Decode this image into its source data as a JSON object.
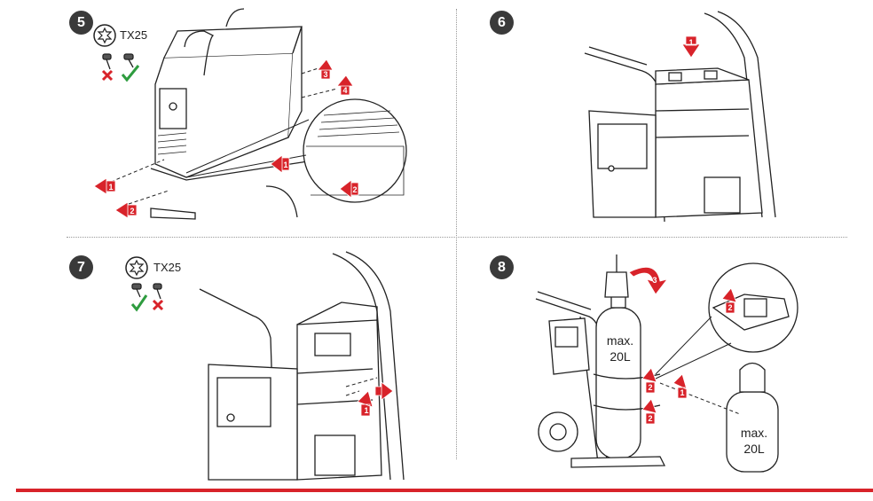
{
  "steps": [
    {
      "number": "5",
      "tool": "TX25",
      "callouts": [
        "1",
        "2",
        "3",
        "4",
        "1",
        "2"
      ]
    },
    {
      "number": "6",
      "callouts": [
        "1"
      ]
    },
    {
      "number": "7",
      "tool": "TX25",
      "callouts": [
        "1"
      ]
    },
    {
      "number": "8",
      "callouts": [
        "1",
        "2",
        "2",
        "3",
        "2"
      ],
      "cylinder_label_line1": "max.",
      "cylinder_label_line2": "20L"
    }
  ],
  "colors": {
    "accent": "#d8232a",
    "check": "#2e9c3f",
    "badge": "#3a3a3a"
  }
}
